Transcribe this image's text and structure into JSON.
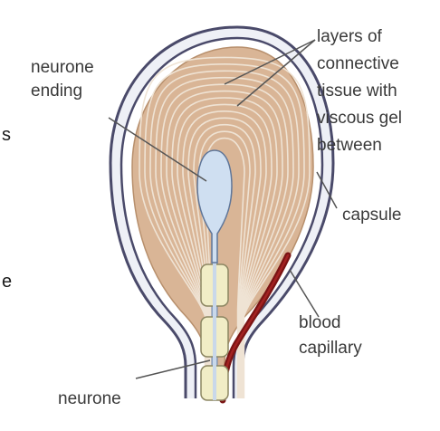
{
  "labels": {
    "neurone_ending": [
      "neurone",
      "ending"
    ],
    "connective_tissue": [
      "layers of",
      "connective",
      "tissue with",
      "viscous gel",
      "between"
    ],
    "capsule": "capsule",
    "blood_capillary": [
      "blood",
      "capillary"
    ],
    "neurone": "neurone"
  },
  "edge_fragments": [
    "s",
    "e"
  ],
  "colors": {
    "tissue_fill": "#d9b596",
    "ring_line": "#efe3d4",
    "capsule_outline": "#4a4a6a",
    "capsule_fill": "#eef0f6",
    "neurone_ending_fill": "#cfdff1",
    "neurone_axon": "#a9c0de",
    "node_fill": "#f1edc6",
    "capillary": "#7a1414",
    "leader_line": "#555555"
  }
}
